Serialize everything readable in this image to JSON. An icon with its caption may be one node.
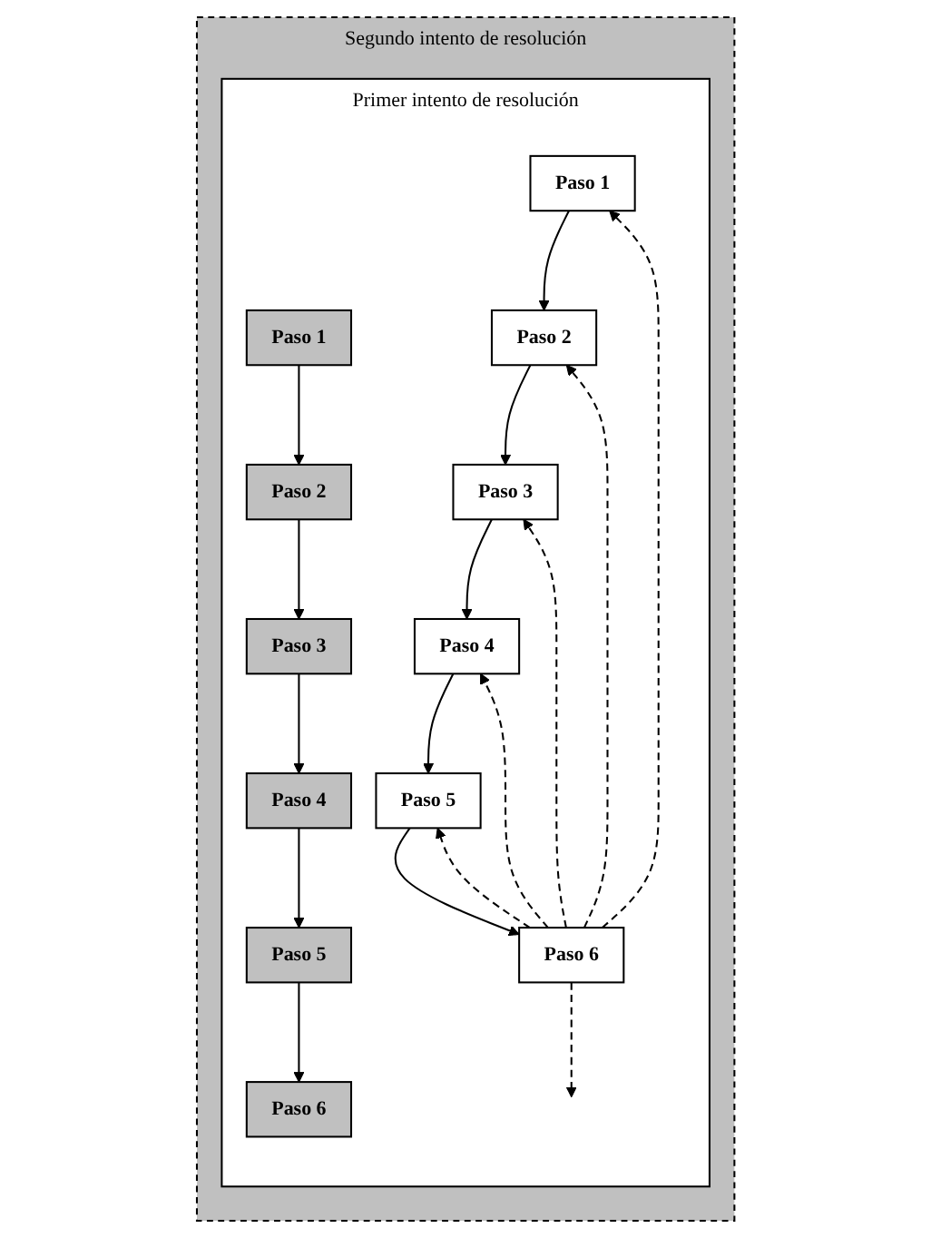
{
  "diagram": {
    "nodes": [
      {
        "text": [
          "Segundo intento de resolución"
        ]
      },
      {
        "text": [
          "Primer intento de resolución"
        ],
        "in": 0
      },
      {
        "text": [
          "Paso 1"
        ],
        "in": 1
      },
      {
        "text": [
          "Paso 1"
        ],
        "in": 1
      },
      {
        "text": [
          "Paso 2"
        ],
        "in": 1
      },
      {
        "text": [
          "Paso 2"
        ],
        "in": 1
      },
      {
        "text": [
          "Paso 3"
        ],
        "in": 1
      },
      {
        "text": [
          "Paso 3"
        ],
        "in": 1
      },
      {
        "text": [
          "Paso 4"
        ],
        "in": 1
      },
      {
        "text": [
          "Paso 4"
        ],
        "in": 1
      },
      {
        "text": [
          "Paso 5"
        ],
        "in": 1
      },
      {
        "text": [
          "Paso 5"
        ],
        "in": 1
      },
      {
        "text": [
          "Paso 6"
        ],
        "in": 1
      },
      {
        "text": [
          "Paso 6"
        ],
        "in": 1
      }
    ],
    "edges": [
      {
        "from": 2,
        "to": 4,
        "arrow": "to"
      },
      {
        "from": 4,
        "to": 6,
        "arrow": "to"
      },
      {
        "from": 6,
        "to": 8,
        "arrow": "to"
      },
      {
        "from": 8,
        "to": 10,
        "arrow": "to"
      },
      {
        "from": 10,
        "to": 12,
        "arrow": "to"
      },
      {
        "from": 3,
        "to": 5,
        "arrow": "to"
      },
      {
        "from": 5,
        "to": 7,
        "arrow": "to"
      },
      {
        "from": 7,
        "to": 9,
        "arrow": "to"
      },
      {
        "from": 9,
        "to": 11,
        "arrow": "to"
      },
      {
        "from": 11,
        "to": 13,
        "arrow": "to"
      },
      {
        "from": 13,
        "to": 3,
        "arrow": "to",
        "style": "dashed"
      },
      {
        "from": 13,
        "to": 5,
        "arrow": "to",
        "style": "dashed"
      },
      {
        "from": 13,
        "to": 7,
        "arrow": "to",
        "style": "dashed"
      },
      {
        "from": 13,
        "to": 9,
        "arrow": "to",
        "style": "dashed"
      },
      {
        "from": 13,
        "to": 11,
        "arrow": "to",
        "style": "dashed"
      },
      {
        "from": 13,
        "to": null,
        "arrow": "to",
        "style": "dashed"
      }
    ]
  }
}
